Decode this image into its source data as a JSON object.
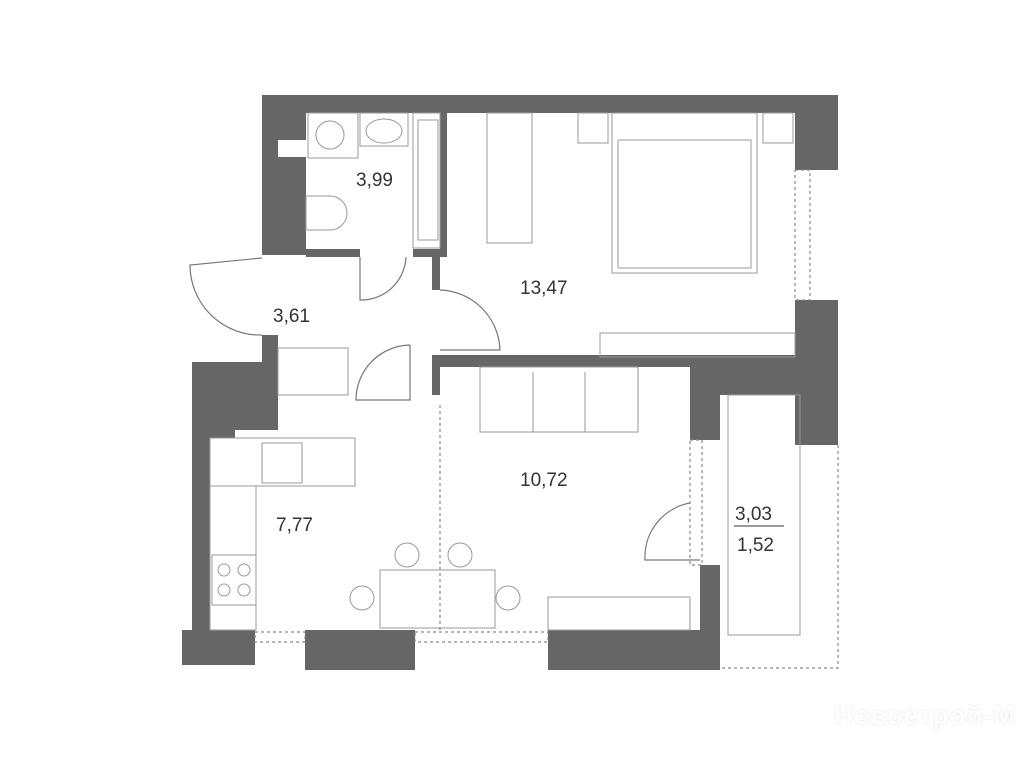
{
  "plan": {
    "rooms": [
      {
        "name": "bathroom",
        "area": "3,99"
      },
      {
        "name": "bedroom",
        "area": "13,47"
      },
      {
        "name": "hallway",
        "area": "3,61"
      },
      {
        "name": "living-room",
        "area": "10,72"
      },
      {
        "name": "kitchen",
        "area": "7,77"
      },
      {
        "name": "balcony",
        "area": "3,03",
        "area_reduced": "1,52"
      }
    ],
    "wall_color": "#666666"
  },
  "watermark": "Новострой-М"
}
